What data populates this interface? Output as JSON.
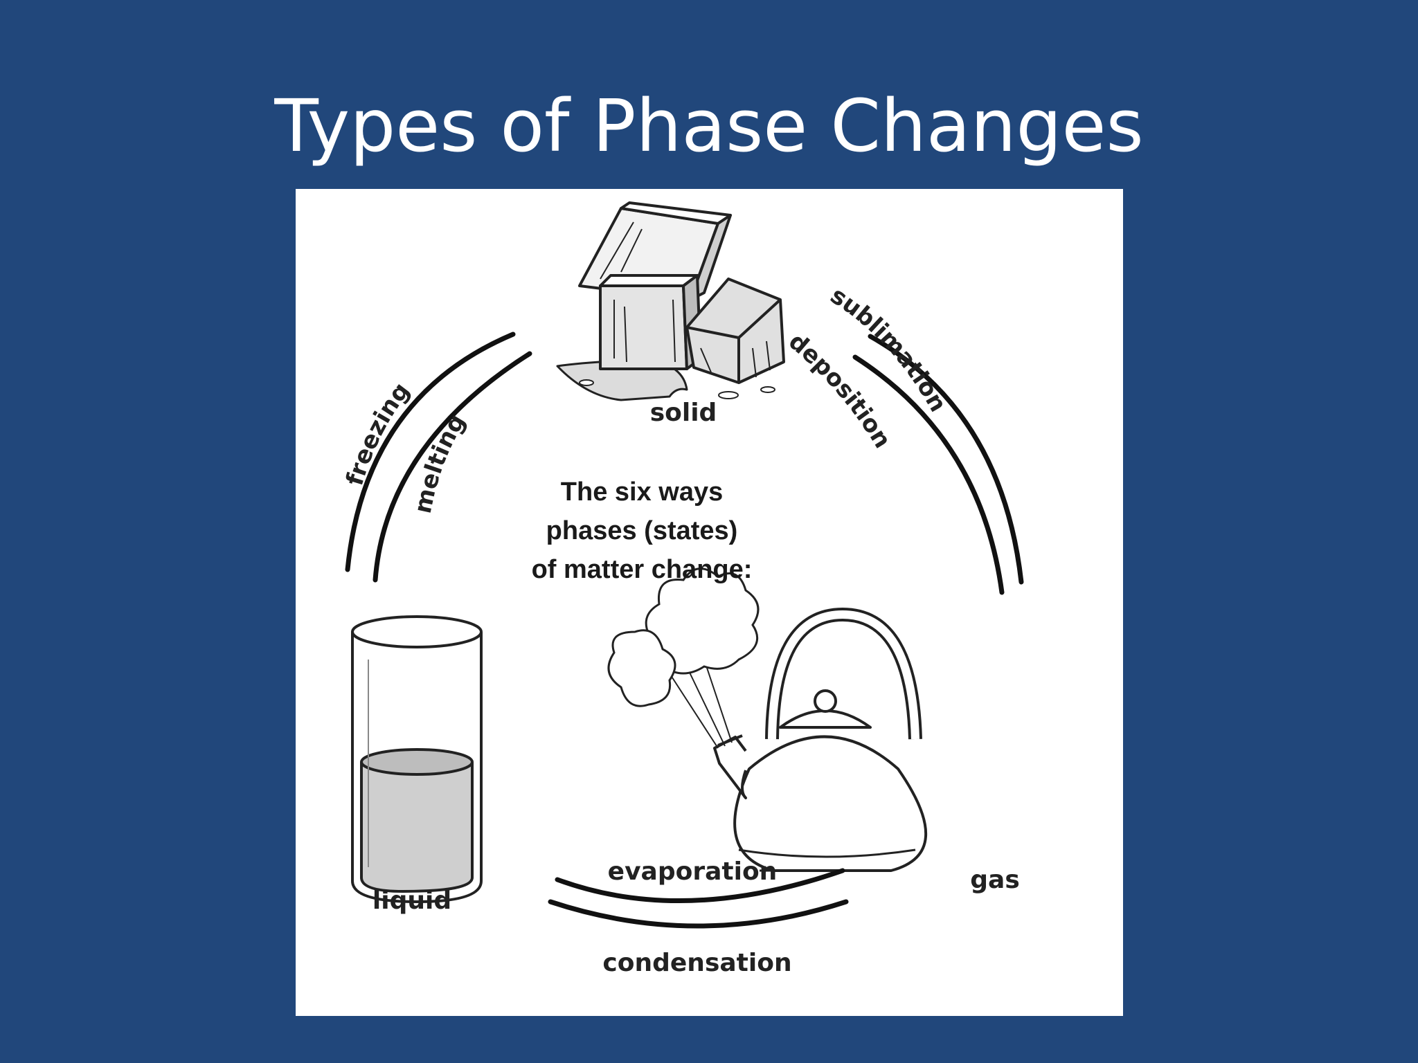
{
  "slide": {
    "title": "Types of Phase Changes"
  },
  "diagram": {
    "center_lines": [
      "The six ways",
      "phases (states)",
      "of matter change:"
    ],
    "states": {
      "solid": "solid",
      "liquid": "liquid",
      "gas": "gas"
    },
    "processes": {
      "freezing": "freezing",
      "melting": "melting",
      "sublimation": "sublimation",
      "deposition": "deposition",
      "evaporation": "evaporation",
      "condensation": "condensation"
    }
  },
  "icons": {
    "solid": "ice-cubes-icon",
    "liquid": "water-glass-icon",
    "gas": "steaming-kettle-icon"
  },
  "colors": {
    "background": "#21477b",
    "panel": "#ffffff",
    "title": "#ffffff"
  }
}
